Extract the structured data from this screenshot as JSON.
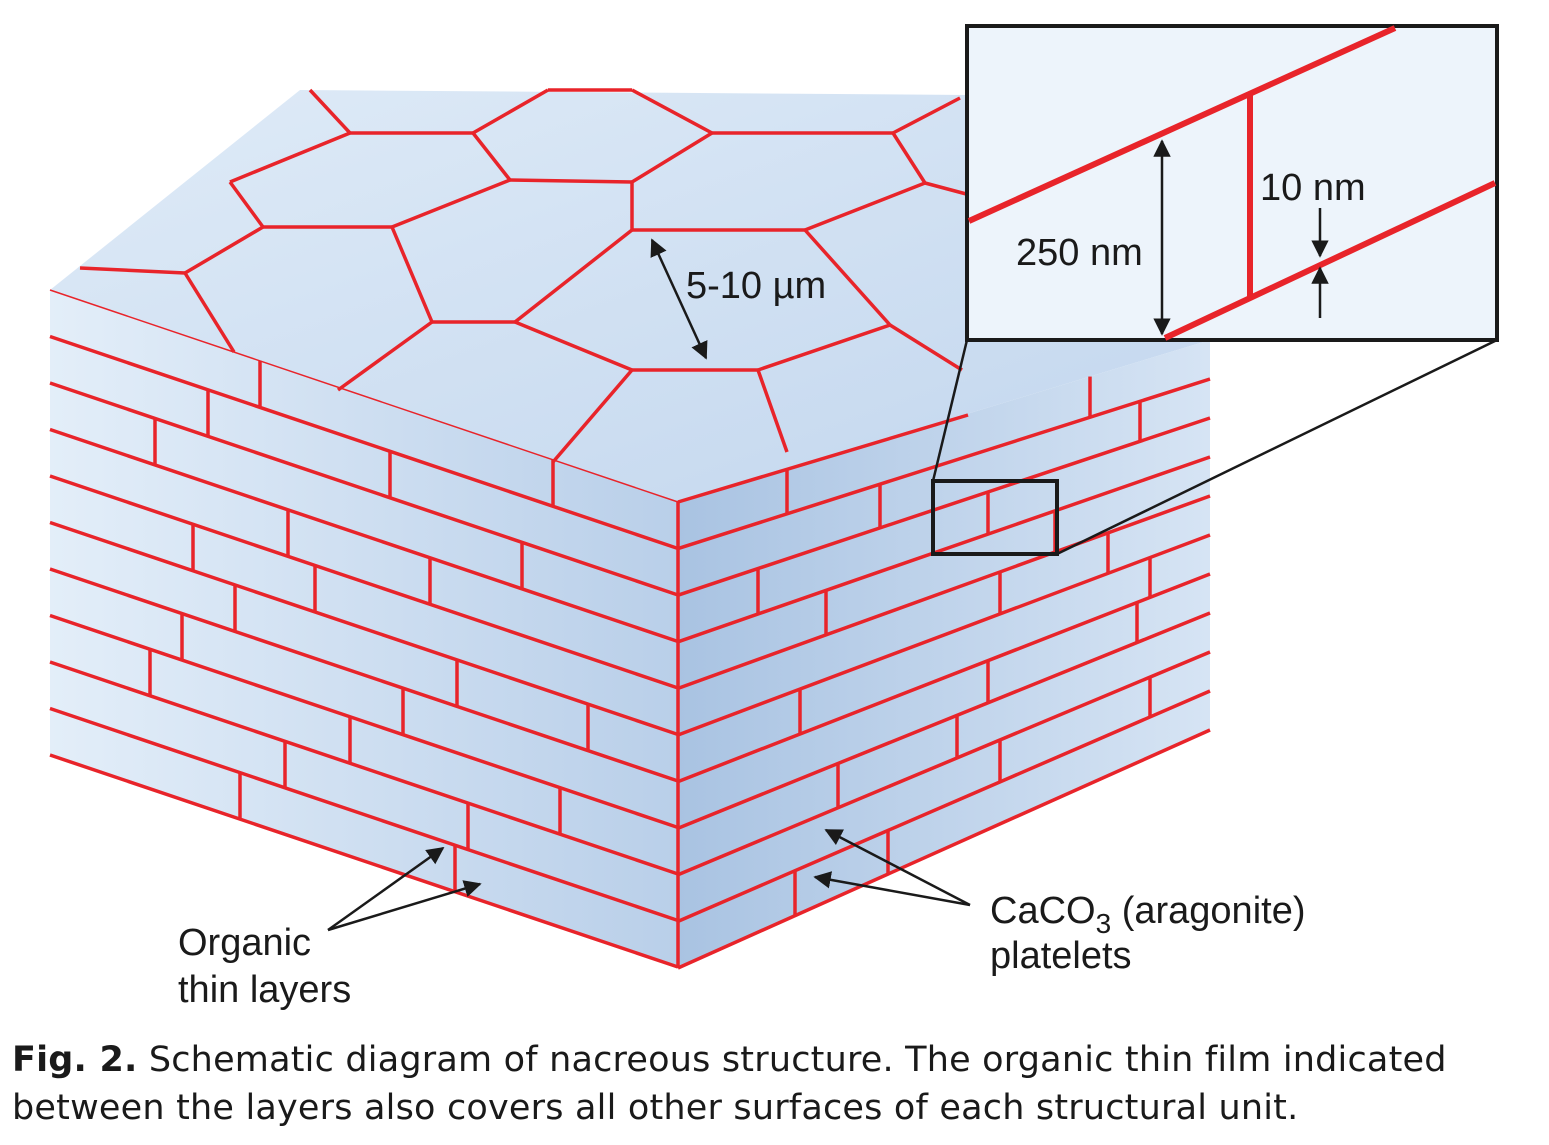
{
  "diagram": {
    "scale_label": "5-10 µm",
    "inset_thickness_label": "250 nm",
    "inset_layer_label": "10 nm",
    "organic_label_line1": "Organic",
    "organic_label_line2": "thin layers",
    "caco3_label_prefix": "CaCO",
    "caco3_label_subscript": "3",
    "caco3_label_suffix": " (aragonite)",
    "caco3_label_line2": "platelets",
    "colors": {
      "boundary": "#e8242a",
      "face": "#c6d8ee",
      "outline": "#1a1a1a"
    }
  },
  "caption": {
    "label": "Fig. 2.",
    "text": " Schematic diagram of nacreous structure. The organic thin film indicated between the layers also covers all other surfaces of each structural unit."
  }
}
